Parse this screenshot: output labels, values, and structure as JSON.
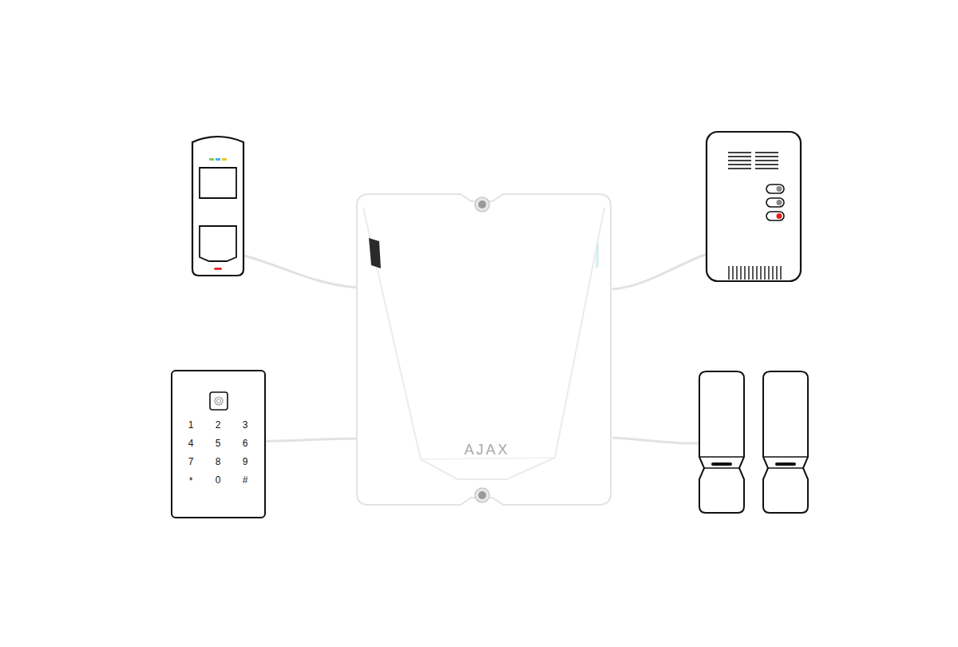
{
  "diagram": {
    "nodes": [
      {
        "text": [
          "AJAX"
        ]
      },
      {
        "text": [
          "1",
          "2",
          "3",
          "4",
          "5",
          "6",
          "7",
          "8",
          "9",
          "*",
          "0",
          "#"
        ]
      }
    ],
    "edges": [
      {
        "from": 1,
        "to": 0,
        "arrow": "none"
      }
    ]
  }
}
